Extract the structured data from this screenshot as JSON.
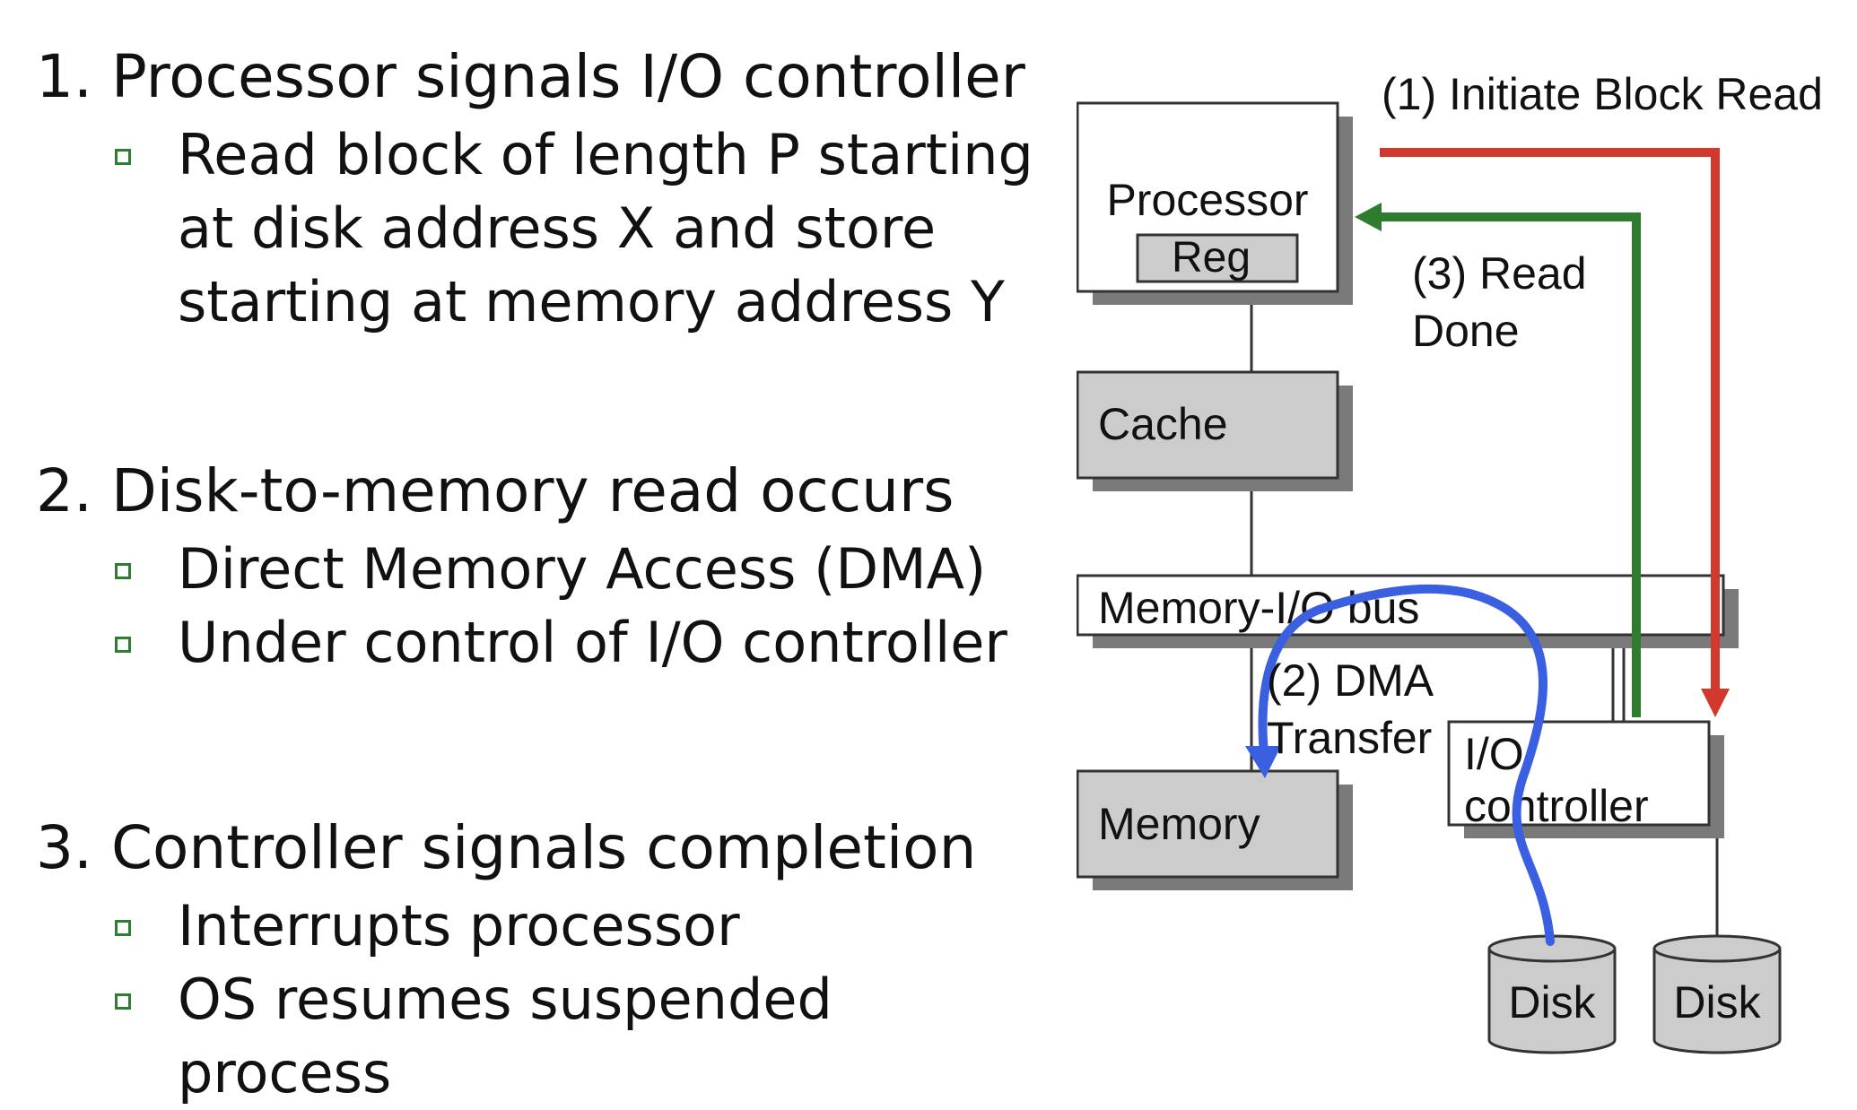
{
  "steps": [
    {
      "title": "1. Processor signals I/O controller",
      "bullets": [
        "Read block of length P starting\nat disk address X and store\nstarting at memory address Y"
      ]
    },
    {
      "title": "2. Disk-to-memory read occurs",
      "bullets": [
        "Direct Memory Access (DMA)",
        "Under control of I/O controller"
      ]
    },
    {
      "title": "3. Controller signals completion",
      "bullets": [
        "Interrupts processor",
        "OS resumes suspended process"
      ]
    }
  ],
  "diagram": {
    "processor": "Processor",
    "reg": "Reg",
    "cache": "Cache",
    "bus": "Memory-I/O bus",
    "memory": "Memory",
    "io_controller": [
      "I/O",
      "controller"
    ],
    "disk_left": "Disk",
    "disk_right": "Disk",
    "arrow_initiate": "(1) Initiate Block Read",
    "arrow_dma": [
      "(2) DMA",
      "Transfer"
    ],
    "arrow_done": [
      "(3) Read",
      "Done"
    ]
  },
  "colors": {
    "initiate_arrow": "#d0392b",
    "done_arrow": "#2e7d2e",
    "dma_arrow": "#3a5fe0",
    "box_gray": "#cccccc",
    "shadow": "#7a7a7a",
    "bullet": "#2e7d32"
  }
}
